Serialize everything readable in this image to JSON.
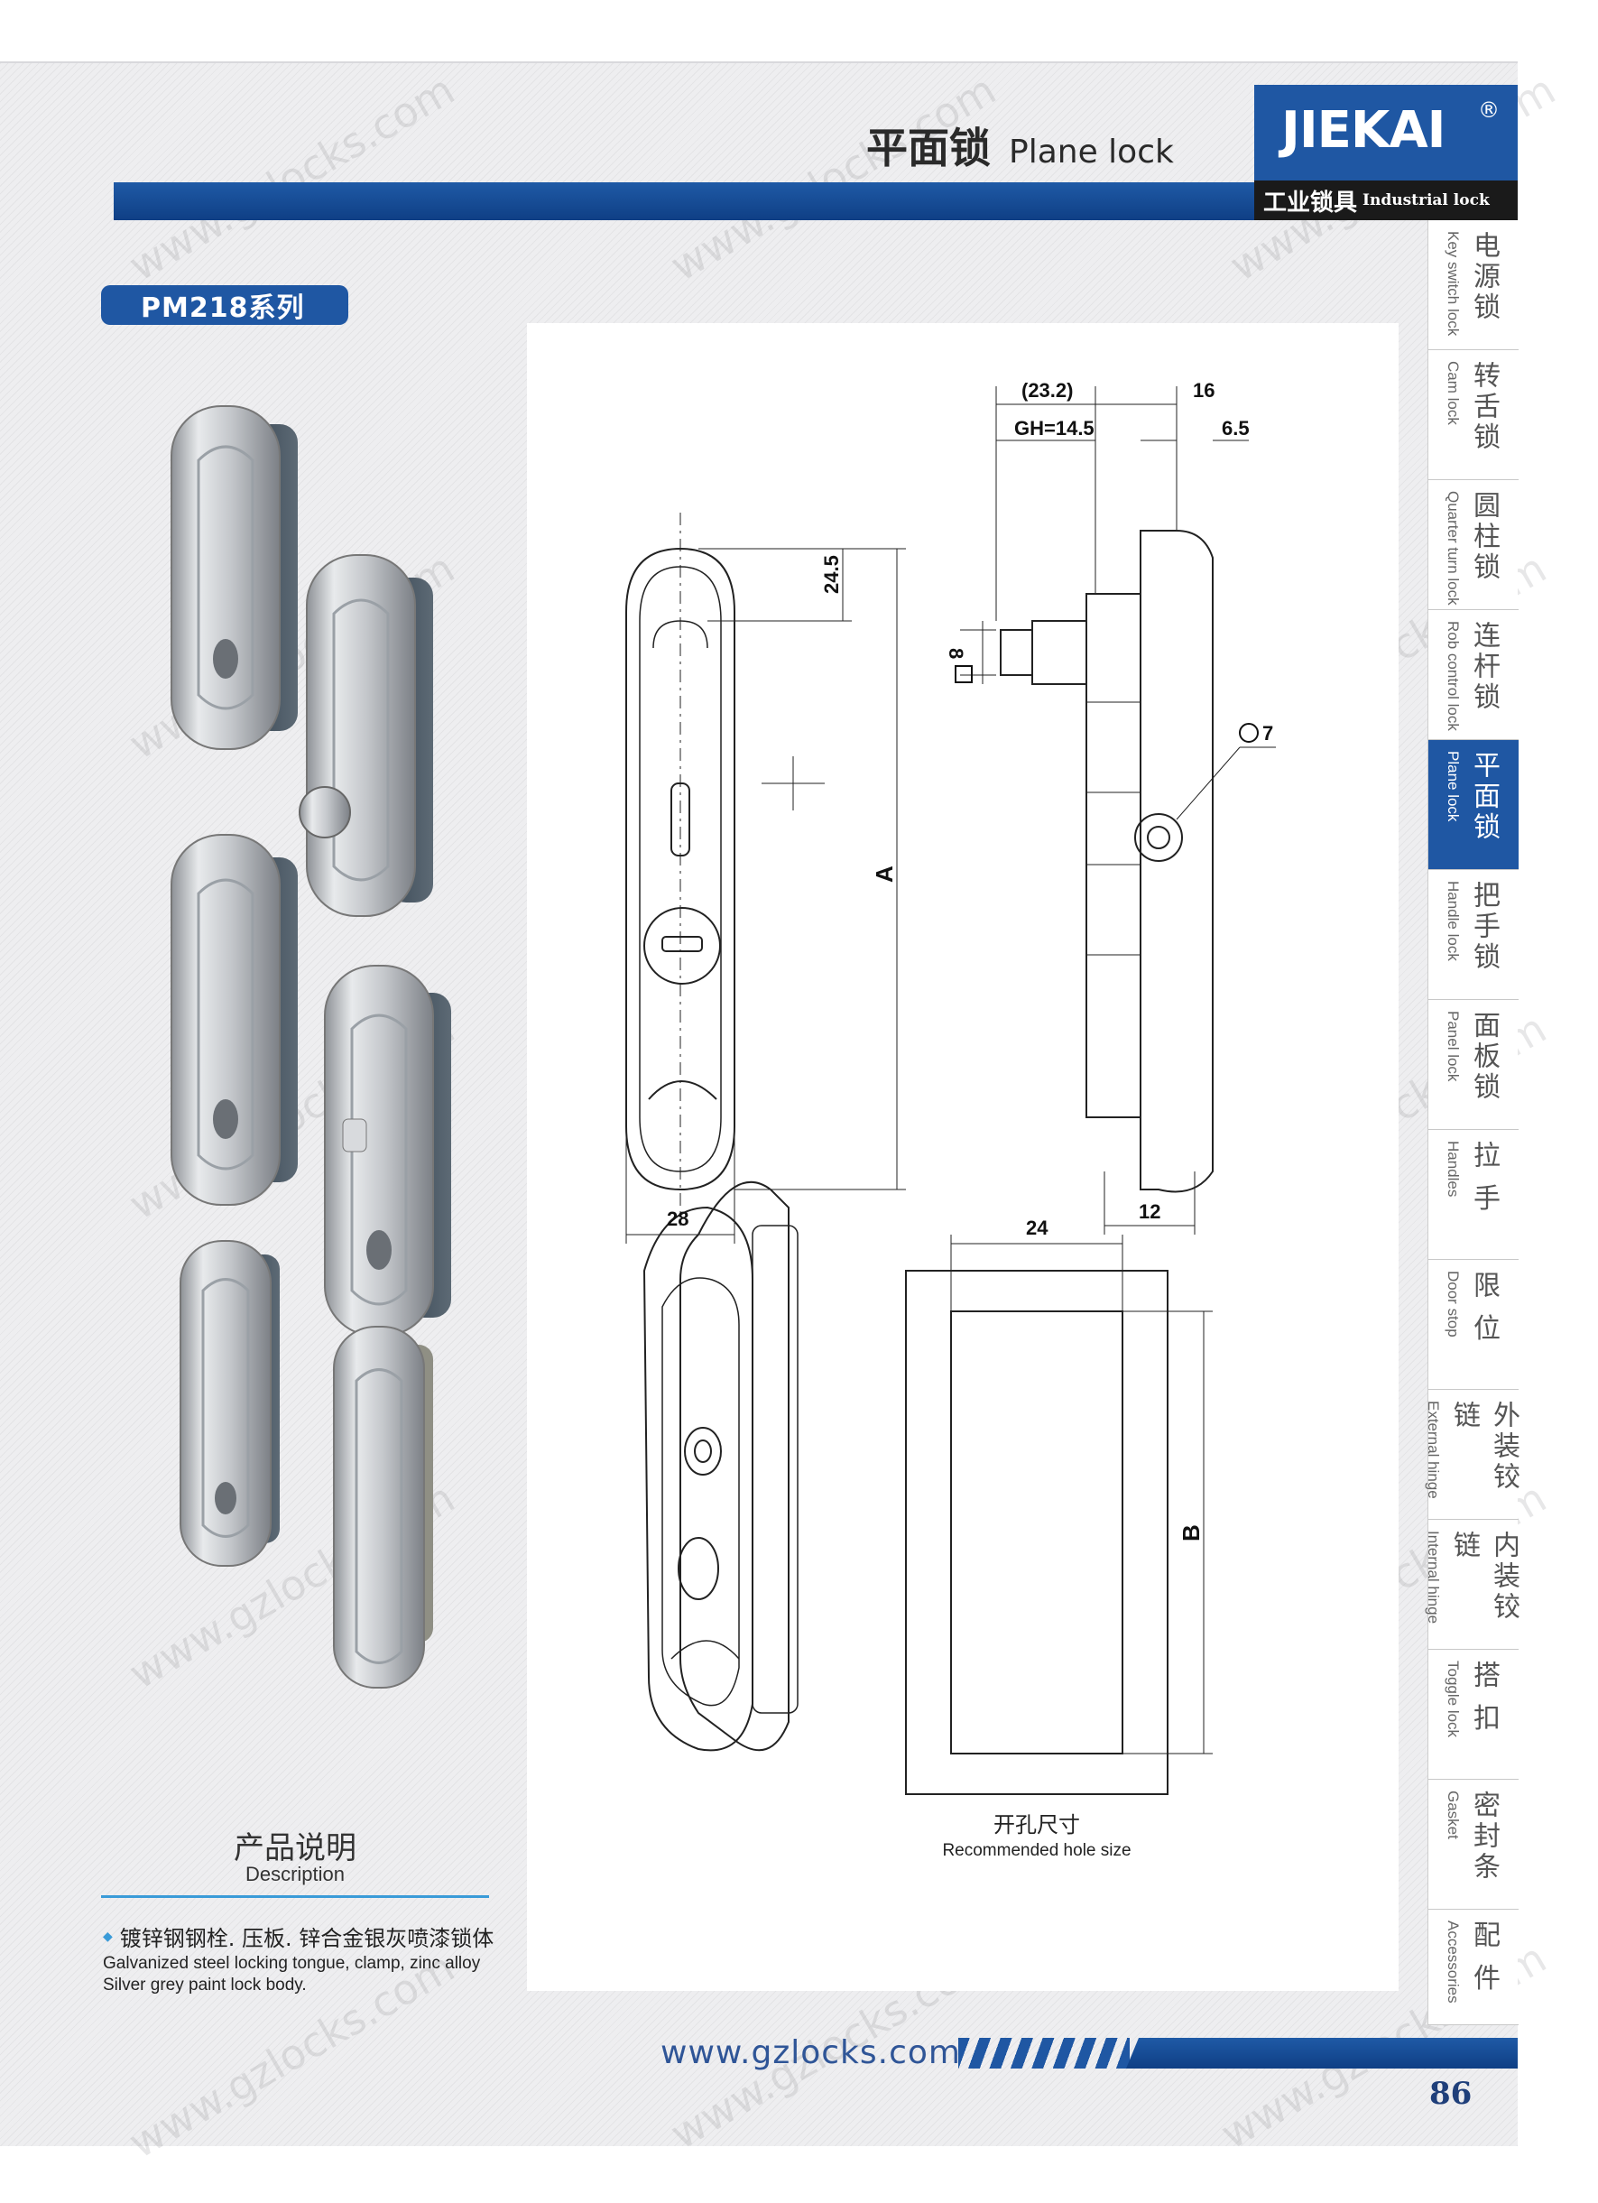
{
  "header": {
    "title_zh": "平面锁",
    "title_en": "Plane lock"
  },
  "logo": {
    "brand": "JIEKAI",
    "registered": "®",
    "subtitle_zh": "工业锁具",
    "subtitle_en": "Industrial lock"
  },
  "series": {
    "label": "PM218系列"
  },
  "nav": {
    "items": [
      {
        "zh": "电源锁",
        "en": "Key switch lock",
        "active": false
      },
      {
        "zh": "转舌锁",
        "en": "Cam lock",
        "active": false
      },
      {
        "zh": "圆柱锁",
        "en": "Quarter turn lock",
        "active": false
      },
      {
        "zh": "连杆锁",
        "en": "Rob control lock",
        "active": false
      },
      {
        "zh": "平面锁",
        "en": "Plane lock",
        "active": true
      },
      {
        "zh": "把手锁",
        "en": "Handle lock",
        "active": false
      },
      {
        "zh": "面板锁",
        "en": "Panel lock",
        "active": false
      },
      {
        "zh": "拉 手",
        "en": "Handles",
        "active": false
      },
      {
        "zh": "限 位",
        "en": "Door stop",
        "active": false
      },
      {
        "zh": "外装铰链",
        "en": "External hinge",
        "active": false
      },
      {
        "zh": "内装铰链",
        "en": "Internal hinge",
        "active": false
      },
      {
        "zh": "搭 扣",
        "en": "Toggle lock",
        "active": false
      },
      {
        "zh": "密封条",
        "en": "Gasket",
        "active": false
      },
      {
        "zh": "配 件",
        "en": "Accessories",
        "active": false
      }
    ]
  },
  "drawing": {
    "dim_23_2": "(23.2)",
    "dim_16": "16",
    "dim_gh": "GH=14.5",
    "dim_6_5": "6.5",
    "dim_sq8": "8",
    "dim_phi7": "7",
    "dim_24_5": "24.5",
    "dim_A": "A",
    "dim_28": "28",
    "dim_12": "12",
    "dim_24": "24",
    "dim_B": "B",
    "hole_label_zh": "开孔尺寸",
    "hole_label_en": "Recommended hole size"
  },
  "description": {
    "title_zh": "产品说明",
    "title_en": "Description",
    "bullet_zh": "镀锌钢钢栓. 压板. 锌合金银灰喷漆锁体",
    "text_en_1": "Galvanized steel locking tongue, clamp, zinc alloy",
    "text_en_2": "Silver grey paint lock body."
  },
  "footer": {
    "url": "www.gzlocks.com",
    "page_number": "86"
  },
  "watermark": "www.gzlocks.com",
  "colors": {
    "brand_blue": "#1f57a3",
    "accent_cyan": "#3a9bd8",
    "dark": "#1a1a1a"
  }
}
